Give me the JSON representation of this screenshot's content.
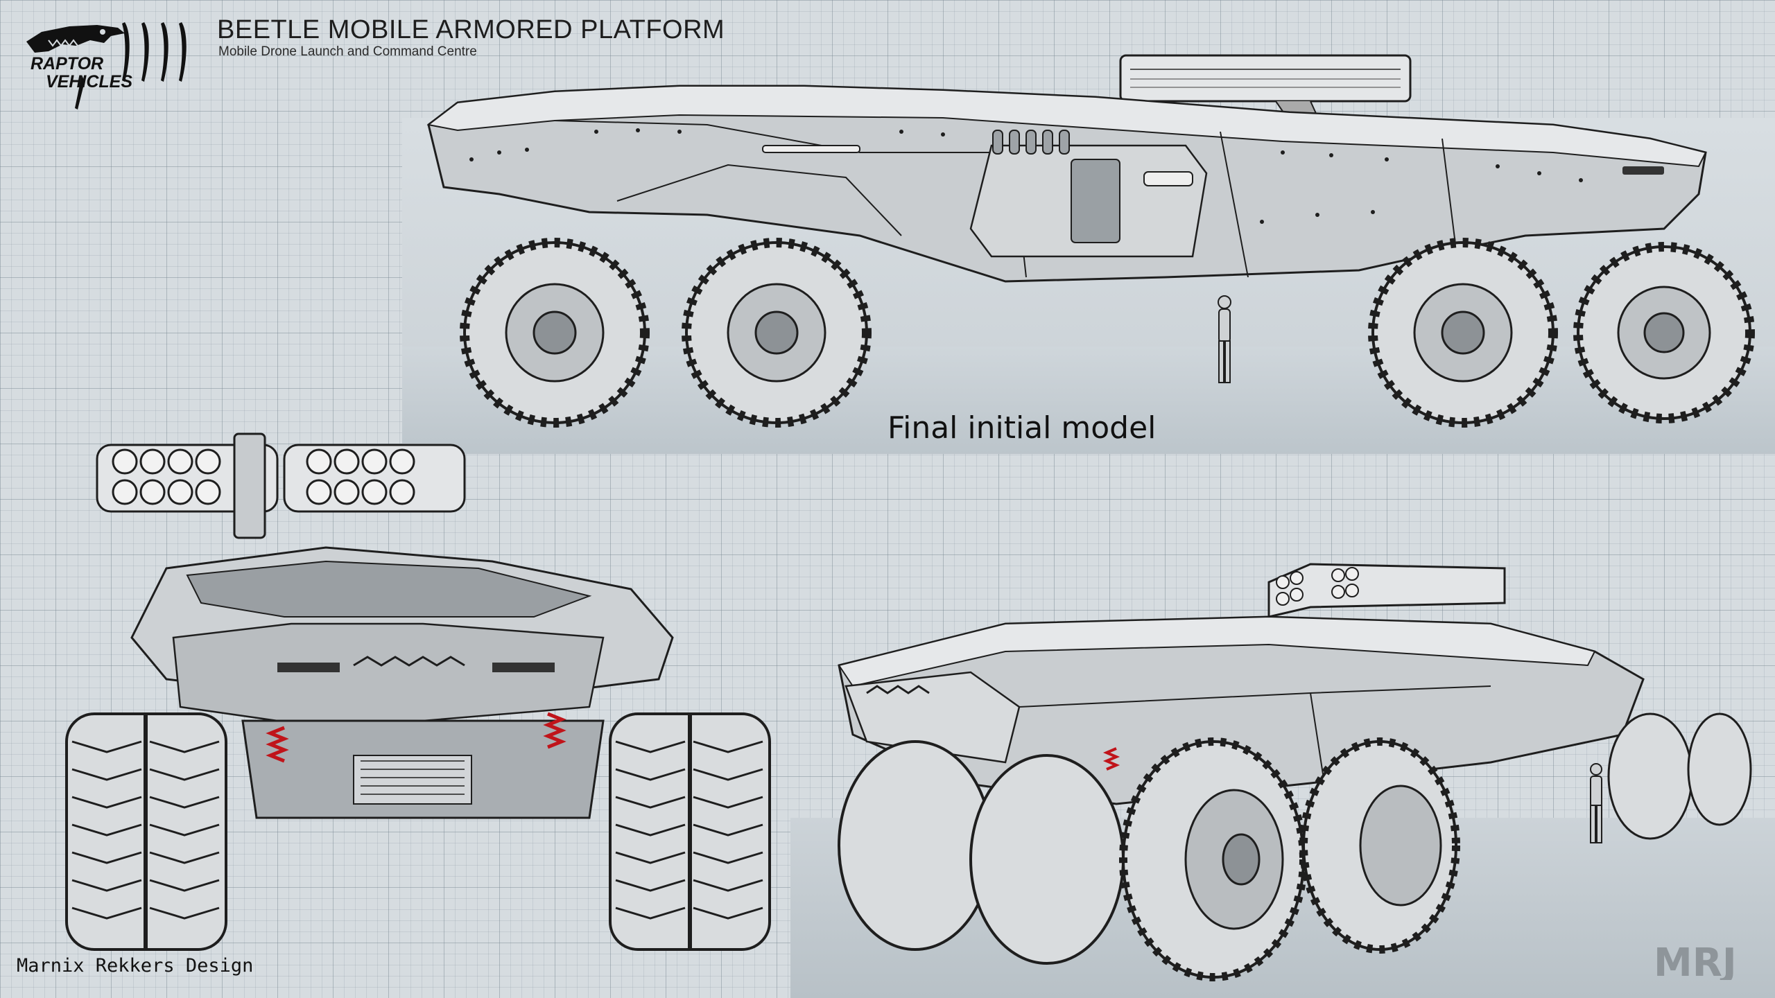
{
  "header": {
    "title": "BEETLE MOBILE ARMORED PLATFORM",
    "subtitle": "Mobile Drone Launch and Command Centre"
  },
  "logo": {
    "line1": "RAPTOR",
    "line2": "VEHICLES"
  },
  "caption": "Final initial model",
  "credit": "Marnix Rekkers Design",
  "watermark": "MRJ",
  "colors": {
    "background": "#d6dce0",
    "body": "#c8cccf",
    "body_dark": "#8d9296",
    "outline": "#1e1e1e",
    "tire": "#d9dcde",
    "accent_red": "#c0141a"
  },
  "icons": [
    "raptor-skull-icon",
    "claw-marks-icon",
    "side-view-vehicle",
    "front-view-vehicle",
    "perspective-view-vehicle"
  ]
}
